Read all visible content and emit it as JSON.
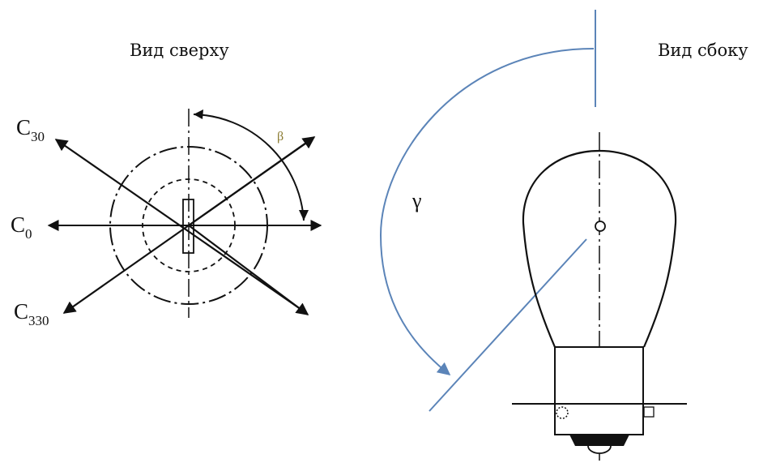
{
  "captions": {
    "top_view": "Вид сверху",
    "side_view": "Вид сбоку"
  },
  "top_view": {
    "labels": {
      "c30_base": "C",
      "c30_sub": "30",
      "c0_base": "C",
      "c0_sub": "0",
      "c330_base": "C",
      "c330_sub": "330",
      "beta": "β"
    }
  },
  "side_view": {
    "labels": {
      "gamma": "γ"
    }
  },
  "colors": {
    "ink": "#111111",
    "arc_blue": "#5b84b8",
    "beta_label": "#8a7a30"
  }
}
